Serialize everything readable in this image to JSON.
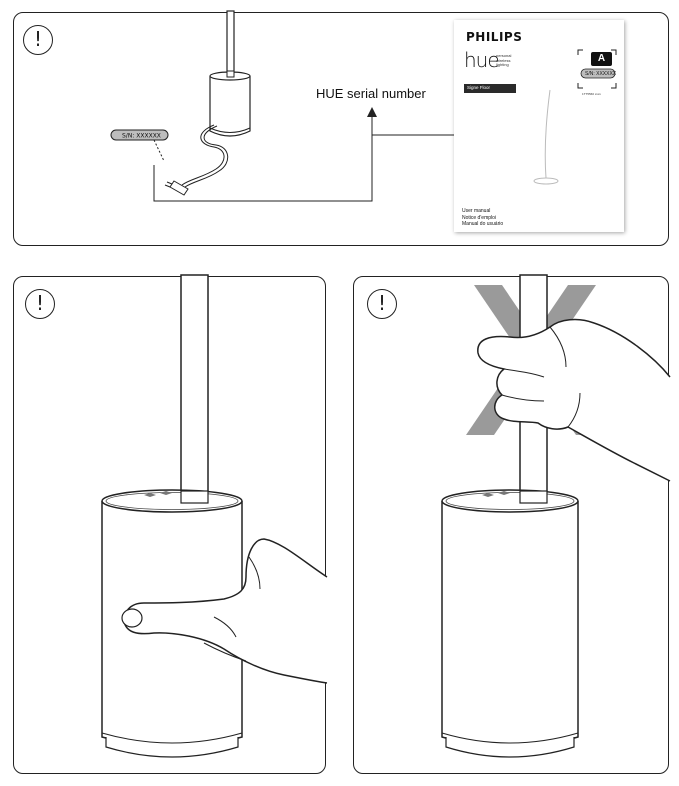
{
  "warning_symbol": "!",
  "panel1": {
    "serial_label": "HUE serial number",
    "cord_tag_text": "S/N: XXXXXX",
    "manual": {
      "brand": "PHILIPS",
      "hue": "hue",
      "hue_sub": [
        "personal",
        "wireless",
        "lighting"
      ],
      "product": "Signe Floor",
      "badge": "A",
      "serial": "S/N: XXXXXX",
      "code": "1TT5560 xxxx",
      "lines": [
        "User manual",
        "Notice d'emploi",
        "Manual do usuário"
      ]
    }
  },
  "colors": {
    "line": "#222222",
    "cross": "#9a9a9a",
    "tag": "#bdbdbd"
  },
  "icons": {
    "warning": "exclamation-circle-icon",
    "prohibition": "x-cross-icon"
  }
}
